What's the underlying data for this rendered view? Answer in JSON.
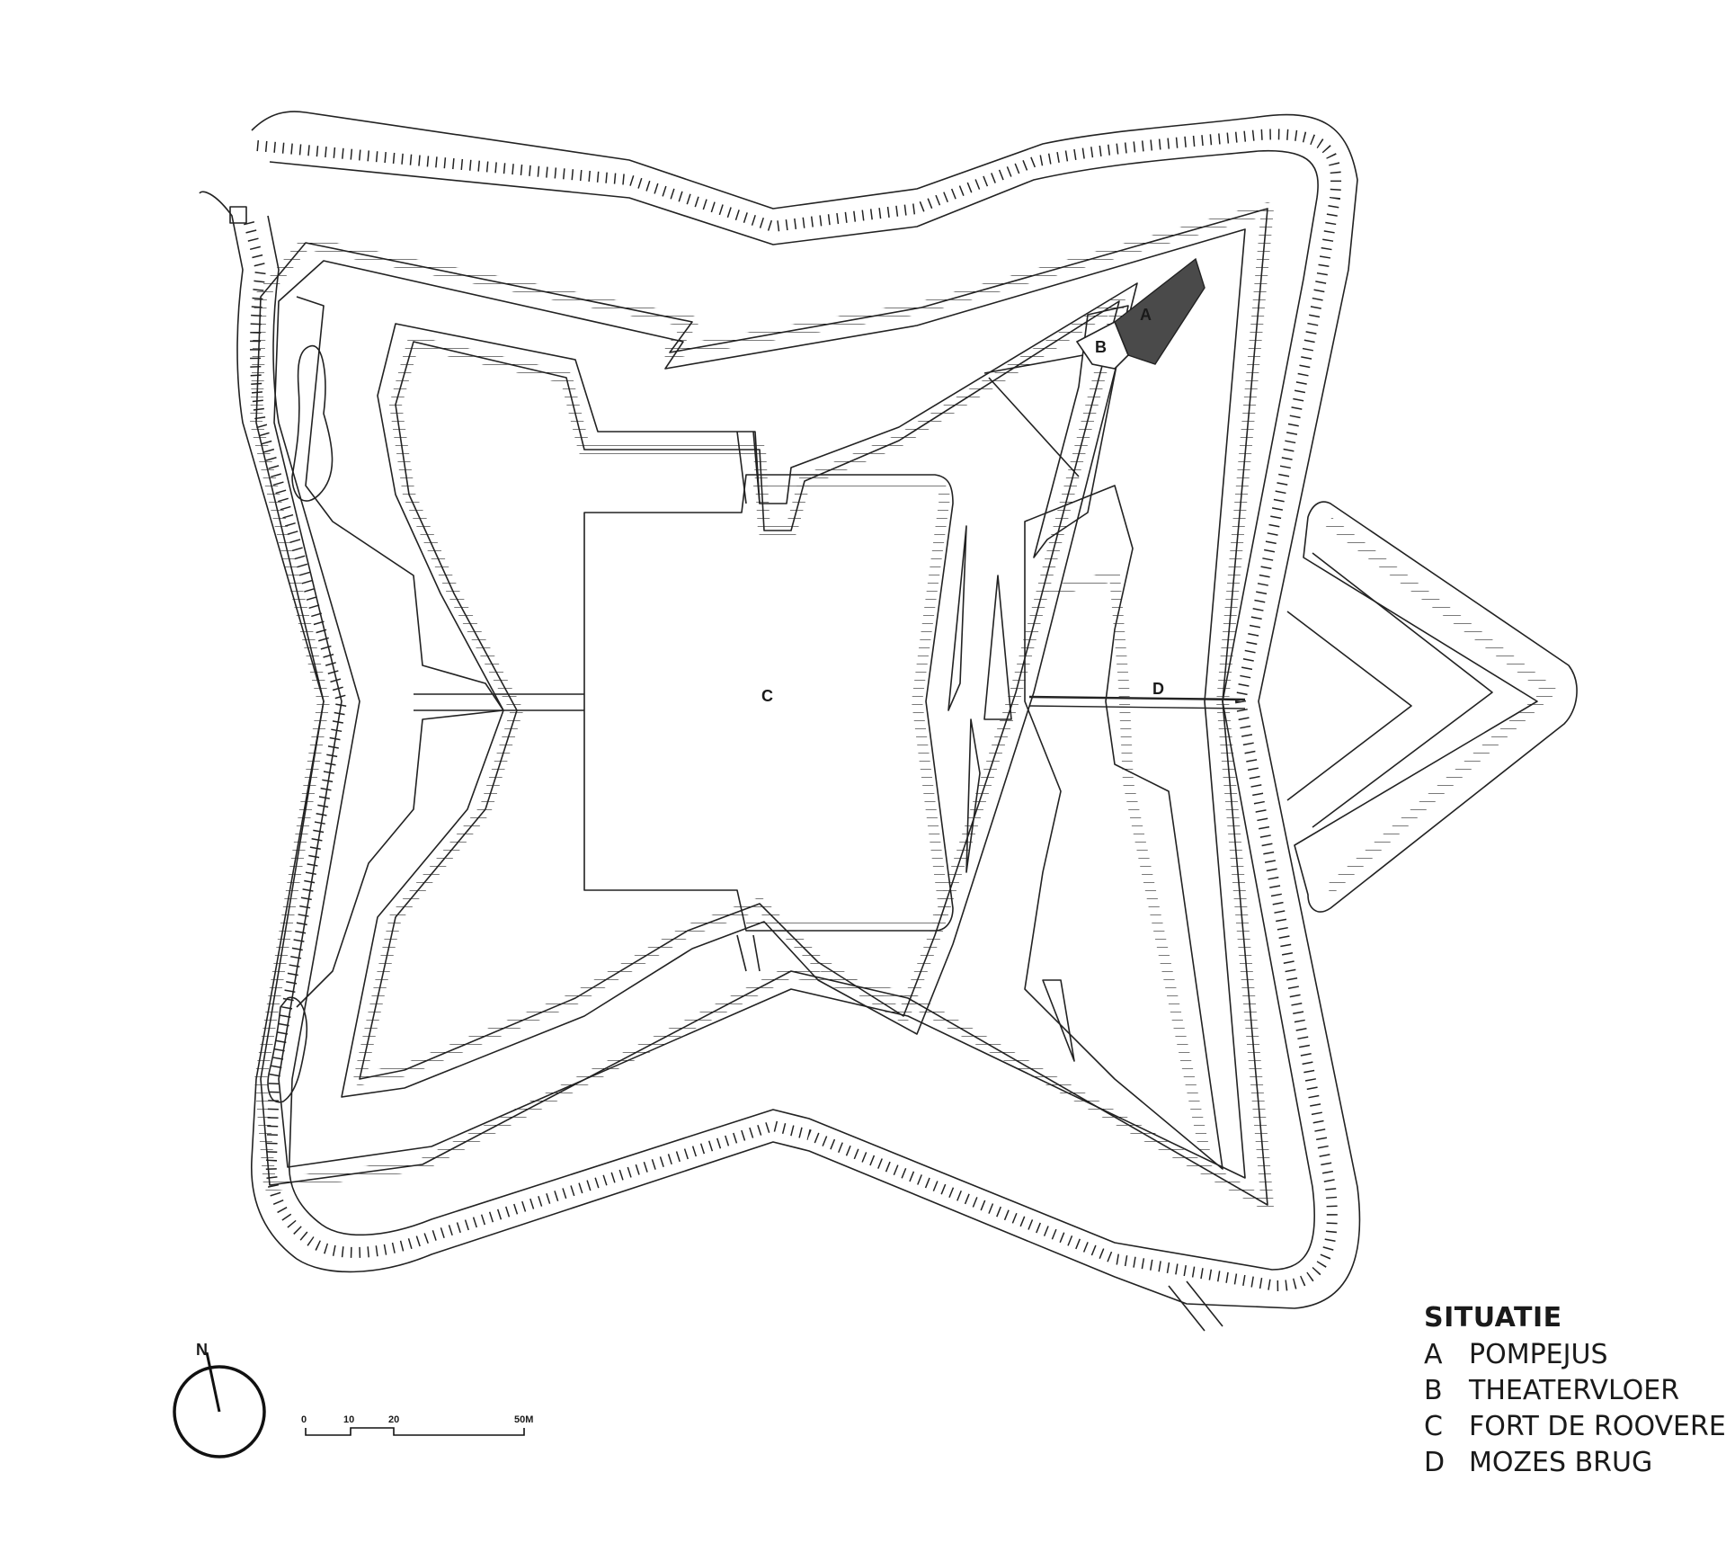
{
  "legend": {
    "title": "SITUATIE",
    "items": [
      {
        "key": "A",
        "label": "POMPEJUS"
      },
      {
        "key": "B",
        "label": "THEATERVLOER"
      },
      {
        "key": "C",
        "label": "FORT DE ROOVERE"
      },
      {
        "key": "D",
        "label": "MOZES BRUG"
      }
    ]
  },
  "labels": {
    "a": "A",
    "b": "B",
    "c": "C",
    "d": "D"
  },
  "north_arrow": {
    "label": "N"
  },
  "scale_bar": {
    "ticks": [
      "0",
      "10",
      "20",
      "50M"
    ]
  },
  "colors": {
    "line": "#222222",
    "highlight": "#4a4a4a",
    "background": "#ffffff"
  }
}
